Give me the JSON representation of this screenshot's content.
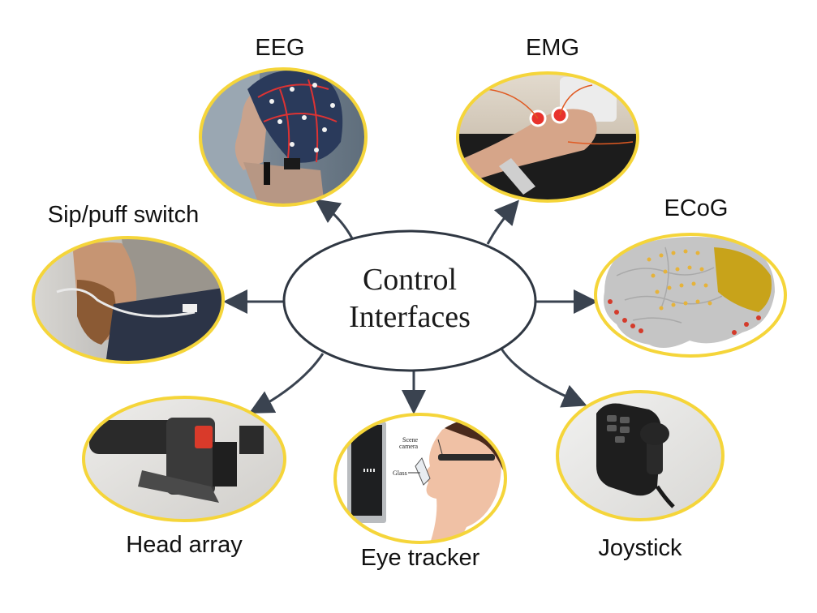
{
  "center": {
    "line1": "Control",
    "line2": "Interfaces"
  },
  "nodes": {
    "eeg": "EEG",
    "emg": "EMG",
    "sip_puff": "Sip/puff switch",
    "ecog": "ECoG",
    "head_array": "Head array",
    "eye_tracker": "Eye tracker",
    "joystick": "Joystick"
  },
  "eye_tracker_callouts": {
    "scene_camera_1": "Scene",
    "scene_camera_2": "camera",
    "glass": "Glass"
  },
  "colors": {
    "frame": "#F5D53A",
    "arrow": "#3A4350",
    "ellipse_stroke": "#2F3742",
    "text": "#111111"
  }
}
